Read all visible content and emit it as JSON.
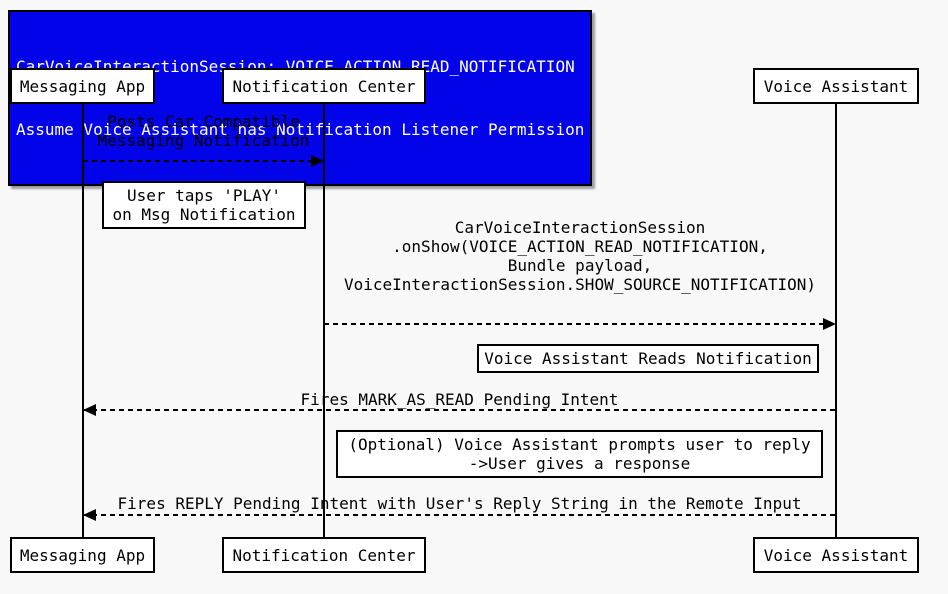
{
  "title": {
    "line1": "CarVoiceInteractionSession: VOICE_ACTION_READ_NOTIFICATION",
    "line2": "Assume Voice Assistant has Notification Listener Permission"
  },
  "actors": [
    {
      "label": "Messaging App"
    },
    {
      "label": "Notification Center"
    },
    {
      "label": "Voice Assistant"
    }
  ],
  "messages": [
    {
      "from": "Messaging App",
      "to": "Notification Center",
      "label": "Posts Car Compatible\nMessaging Notification"
    },
    {
      "from": "Notification Center",
      "to": "Voice Assistant",
      "label": "CarVoiceInteractionSession\n.onShow(VOICE_ACTION_READ_NOTIFICATION,\nBundle payload,\nVoiceInteractionSession.SHOW_SOURCE_NOTIFICATION)"
    },
    {
      "from": "Voice Assistant",
      "to": "Messaging App",
      "label": "Fires MARK_AS_READ Pending Intent"
    },
    {
      "from": "Voice Assistant",
      "to": "Messaging App",
      "label": "Fires REPLY Pending Intent with User's Reply String in the Remote Input"
    }
  ],
  "notes": [
    {
      "text": "User taps 'PLAY'\non Msg Notification"
    },
    {
      "text": "Voice Assistant Reads Notification"
    },
    {
      "text": "(Optional) Voice Assistant prompts user to reply\n->User gives a response"
    }
  ],
  "colors": {
    "title_bg": "#0303e9",
    "title_text": "#ffffff",
    "line": "#000000",
    "box_bg": "#ffffff",
    "page_bg": "#f8f8f8"
  }
}
